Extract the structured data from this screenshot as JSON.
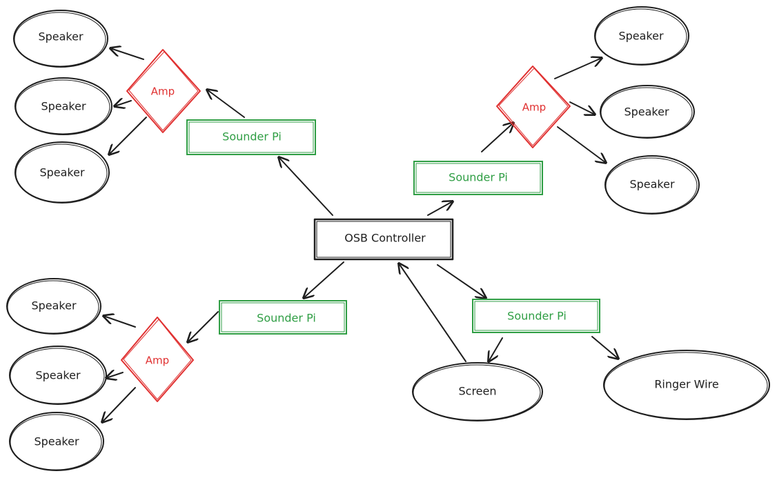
{
  "controller": {
    "label": "OSB Controller"
  },
  "sounder_label": "Sounder Pi",
  "amp_label": "Amp",
  "speaker_label": "Speaker",
  "screen_label": "Screen",
  "ringer_label": "Ringer Wire",
  "colors": {
    "ink": "#1e1e1e",
    "sounder": "#2f9e44",
    "amp": "#e03131"
  }
}
